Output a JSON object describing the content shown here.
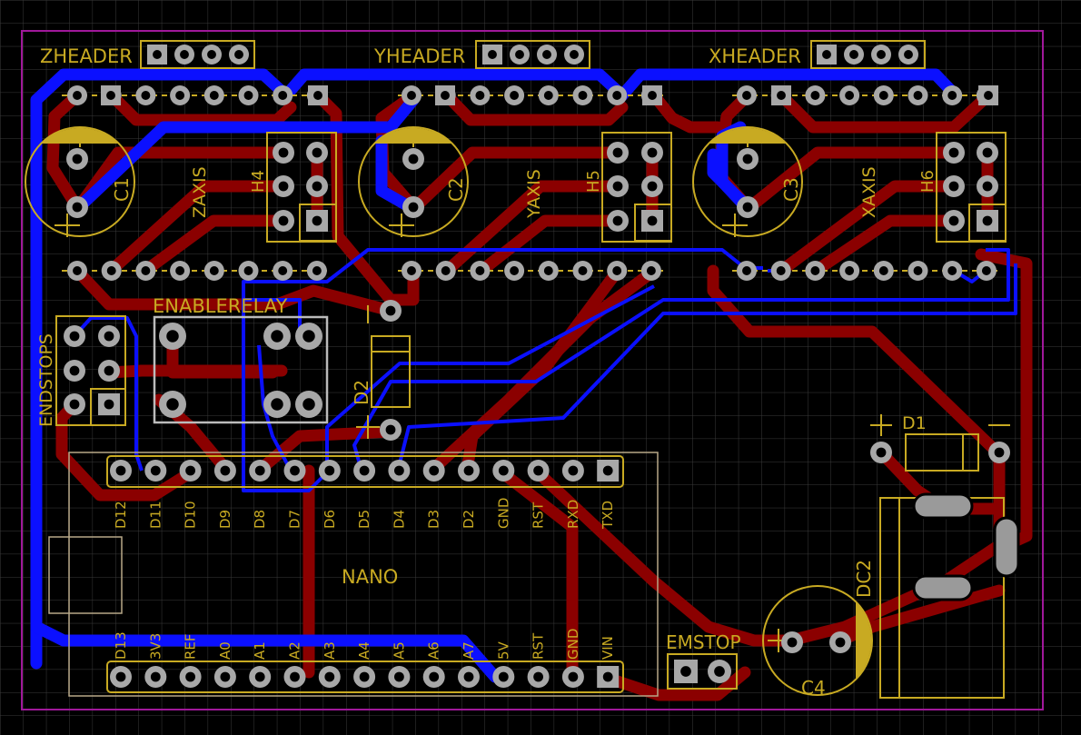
{
  "board": {
    "grid_visible": true,
    "colors": {
      "background": "#000000",
      "grid": "#3a3a3a",
      "outline": "#a0189a",
      "silkscreen": "#c8aa22",
      "top_copper": "#8b0000",
      "bottom_copper": "#0b10ff",
      "pad": "#a8a8a8",
      "nano_outline": "#b8a888",
      "relay_outline": "#bbbbbb",
      "pad_square_fill": "#c8aa22"
    }
  },
  "labels": {
    "zheader": "ZHEADER",
    "yheader": "YHEADER",
    "xheader": "XHEADER",
    "c1": "C1",
    "c2": "C2",
    "c3": "C3",
    "c4": "C4",
    "zaxis": "ZAXIS",
    "yaxis": "YAXIS",
    "xaxis": "XAXIS",
    "h4": "H4",
    "h5": "H5",
    "h6": "H6",
    "endstops": "ENDSTOPS",
    "enablerelay": "ENABLERELAY",
    "d2": "D2",
    "d1": "D1",
    "dc2": "DC2",
    "nano": "NANO",
    "emstop": "EMSTOP",
    "plus": "+",
    "minus": "−"
  },
  "nano_pins_top": [
    "D12",
    "D11",
    "D10",
    "D9",
    "D8",
    "D7",
    "D6",
    "D5",
    "D4",
    "D3",
    "D2",
    "GND",
    "RST",
    "RXD",
    "TXD"
  ],
  "nano_pins_bottom": [
    "D13",
    "3V3",
    "REF",
    "A0",
    "A1",
    "A2",
    "A3",
    "A4",
    "A5",
    "A6",
    "A7",
    "5V",
    "RST",
    "GND",
    "VIN"
  ]
}
